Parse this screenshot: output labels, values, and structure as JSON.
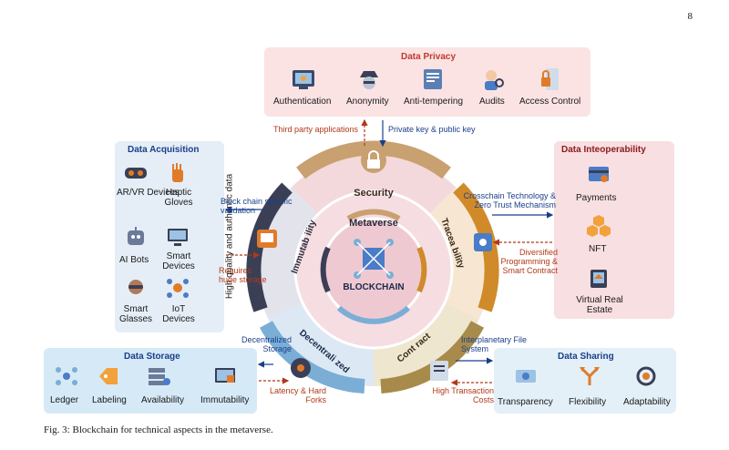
{
  "page_number": "8",
  "caption": "Fig. 3: Blockchain for technical aspects in the metaverse.",
  "center": {
    "core": "BLOCKCHAIN",
    "metaverse": "Metaverse",
    "security": "Security",
    "immutability": "Immutab ility",
    "traceability": "Tracea bility",
    "decentralized": "Decentrali zed",
    "contract": "Cont ract"
  },
  "data_privacy": {
    "title": "Data Privacy",
    "items": [
      "Authentication",
      "Anonymity",
      "Anti-tempering",
      "Audits",
      "Access Control"
    ]
  },
  "data_acquisition": {
    "title": "Data Acquisition",
    "items": [
      "AR/VR Devices",
      "Haptic Gloves",
      "AI Bots",
      "Smart Devices",
      "Smart Glasses",
      "IoT Devices"
    ],
    "side_label": "High quality and authentic data"
  },
  "data_interoperability": {
    "title": "Data Inteoperability",
    "items": [
      "Payments",
      "NFT",
      "Virtual Real Estate"
    ]
  },
  "data_storage": {
    "title": "Data Storage",
    "items": [
      "Ledger",
      "Labeling",
      "Availability",
      "Immutability"
    ]
  },
  "data_sharing": {
    "title": "Data Sharing",
    "items": [
      "Transparency",
      "Flexibility",
      "Adaptability"
    ]
  },
  "annotations": {
    "third_party": "Third party applications",
    "private_key": "Private key & public key",
    "block_chain_validation": "Block chain specific validation",
    "requires_storage": "Requires huge storage",
    "crosschain": "Crosschain Technology & Zero Trust Mechanism",
    "diversified": "Diversified Programming & Smart Contract",
    "decentralized_storage": "Decentralized Storage",
    "latency": "Latency & Hard Forks",
    "ipfs": "Interplanetary File System",
    "high_cost": "High Transaction Costs"
  },
  "colors": {
    "privacy_bg": "#fbe3e4",
    "acquisition_bg": "#e5eef6",
    "interop_bg": "#f8dfe2",
    "storage_bg": "#d6e9f7",
    "sharing_bg": "#e4f0f8",
    "security_arc": "#c9a070",
    "traceability_arc": "#d08a2a",
    "contract_arc": "#a88b4a",
    "decentral_arc": "#7aaed6",
    "immutab_arc": "#3a3f55"
  }
}
